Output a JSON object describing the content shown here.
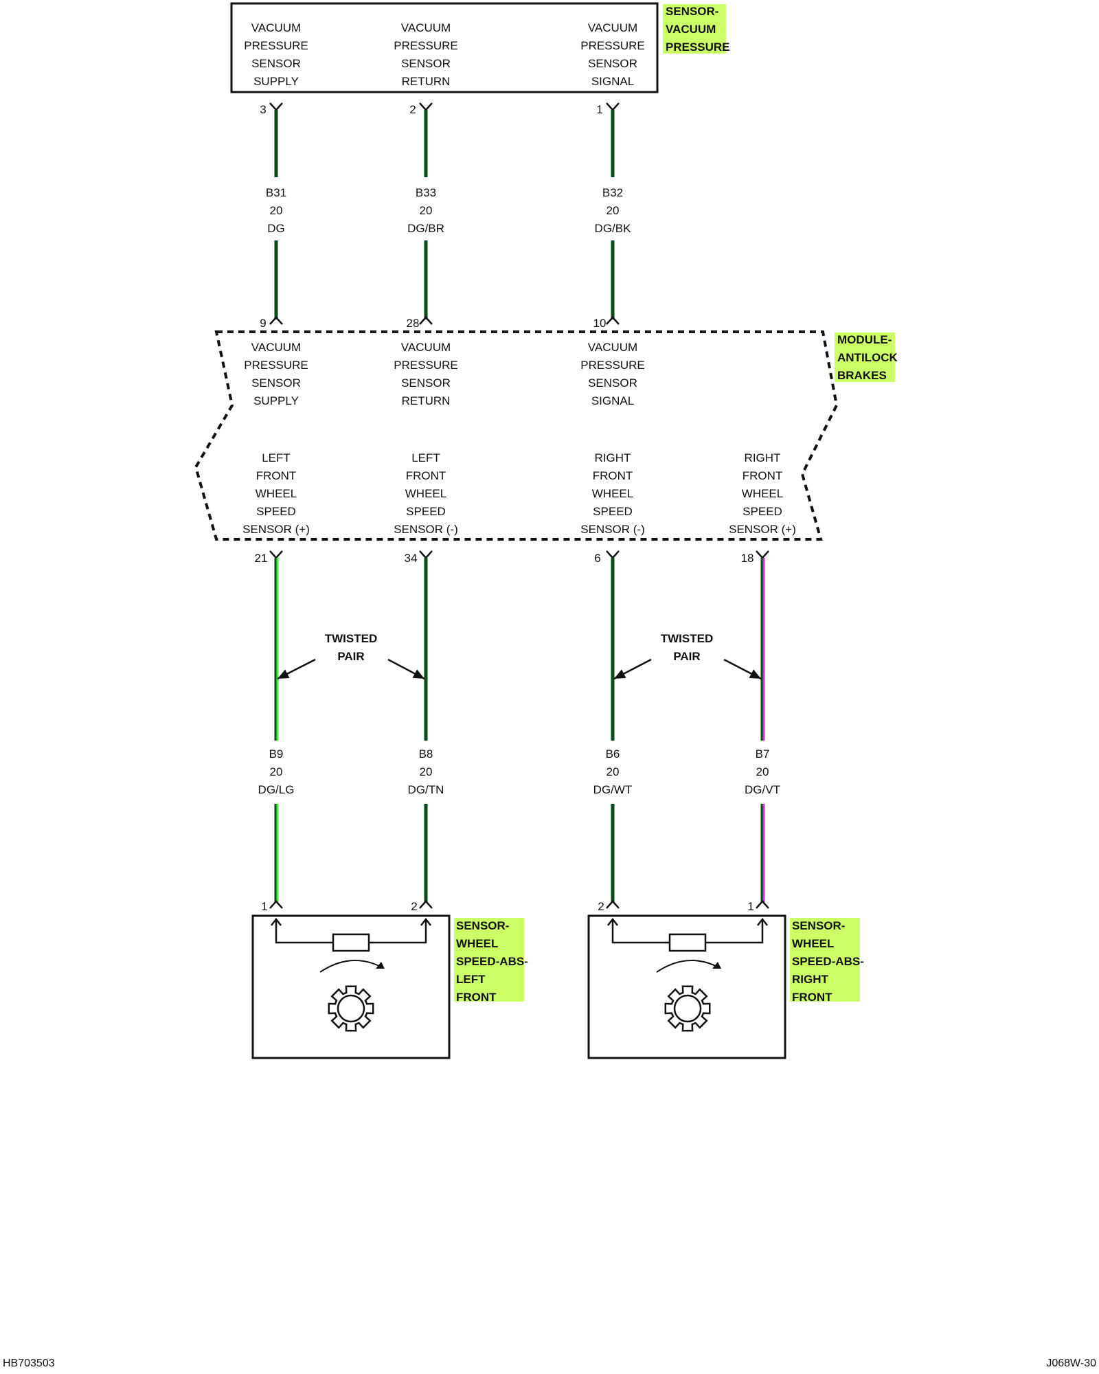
{
  "vacuum_sensor": {
    "label": [
      "SENSOR-",
      "VACUUM",
      "PRESSURE"
    ],
    "pins": [
      {
        "func": [
          "VACUUM",
          "PRESSURE",
          "SENSOR",
          "SUPPLY"
        ],
        "pin": "3",
        "circuit": "B31",
        "gauge": "20",
        "color_code": "DG",
        "wire_color": "#0a4d1a"
      },
      {
        "func": [
          "VACUUM",
          "PRESSURE",
          "SENSOR",
          "RETURN"
        ],
        "pin": "2",
        "circuit": "B33",
        "gauge": "20",
        "color_code": "DG/BR",
        "wire_color": "#0a4d1a"
      },
      {
        "func": [
          "VACUUM",
          "PRESSURE",
          "SENSOR",
          "SIGNAL"
        ],
        "pin": "1",
        "circuit": "B32",
        "gauge": "20",
        "color_code": "DG/BK",
        "wire_color": "#0a4d1a"
      }
    ]
  },
  "abs_module": {
    "label": [
      "MODULE-",
      "ANTILOCK",
      "BRAKES"
    ],
    "upper_pins": [
      {
        "pin": "9",
        "func": [
          "VACUUM",
          "PRESSURE",
          "SENSOR",
          "SUPPLY"
        ]
      },
      {
        "pin": "28",
        "func": [
          "VACUUM",
          "PRESSURE",
          "SENSOR",
          "RETURN"
        ]
      },
      {
        "pin": "10",
        "func": [
          "VACUUM",
          "PRESSURE",
          "SENSOR",
          "SIGNAL"
        ]
      }
    ],
    "lower_pins": [
      {
        "pin": "21",
        "func": [
          "LEFT",
          "FRONT",
          "WHEEL",
          "SPEED",
          "SENSOR (+)"
        ],
        "circuit": "B9",
        "gauge": "20",
        "color_code": "DG/LG",
        "wire_color": "#0a4d1a",
        "stripe_color": "#44ee44"
      },
      {
        "pin": "34",
        "func": [
          "LEFT",
          "FRONT",
          "WHEEL",
          "SPEED",
          "SENSOR (-)"
        ],
        "circuit": "B8",
        "gauge": "20",
        "color_code": "DG/TN",
        "wire_color": "#0a4d1a",
        "stripe_color": ""
      },
      {
        "pin": "6",
        "func": [
          "RIGHT",
          "FRONT",
          "WHEEL",
          "SPEED",
          "SENSOR (-)"
        ],
        "circuit": "B6",
        "gauge": "20",
        "color_code": "DG/WT",
        "wire_color": "#0a4d1a",
        "stripe_color": ""
      },
      {
        "pin": "18",
        "func": [
          "RIGHT",
          "FRONT",
          "WHEEL",
          "SPEED",
          "SENSOR (+)"
        ],
        "circuit": "B7",
        "gauge": "20",
        "color_code": "DG/VT",
        "wire_color": "#0a4d1a",
        "stripe_color": "#cc33cc"
      }
    ]
  },
  "twisted_pair_label": [
    "TWISTED",
    "PAIR"
  ],
  "wheel_sensors": [
    {
      "label": [
        "SENSOR-",
        "WHEEL",
        "SPEED-ABS-",
        "LEFT",
        "FRONT"
      ],
      "pin_a": "1",
      "pin_b": "2"
    },
    {
      "label": [
        "SENSOR-",
        "WHEEL",
        "SPEED-ABS-",
        "RIGHT",
        "FRONT"
      ],
      "pin_a": "2",
      "pin_b": "1"
    }
  ],
  "footer": {
    "left": "HB703503",
    "right": "J068W-30"
  },
  "colors": {
    "label_highlight": "#ccff66",
    "dark_green_wire": "#0a4d1a"
  }
}
